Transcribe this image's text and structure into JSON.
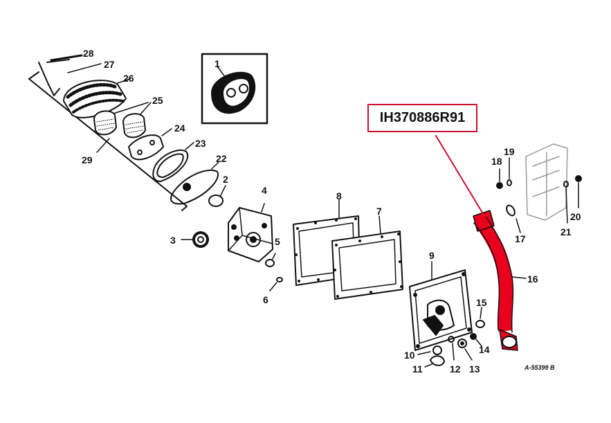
{
  "diagram": {
    "part_number": "IH370886R91",
    "drawing_ref": "A-55399 B",
    "labels": [
      "1",
      "2",
      "3",
      "4",
      "5",
      "6",
      "7",
      "8",
      "9",
      "10",
      "11",
      "12",
      "13",
      "14",
      "15",
      "16",
      "17",
      "18",
      "19",
      "20",
      "21",
      "22",
      "23",
      "24",
      "25",
      "26",
      "27",
      "28",
      "29"
    ]
  },
  "colors": {
    "highlight": "#e8001c",
    "callout_border": "#c8102e",
    "ink": "#111111"
  }
}
